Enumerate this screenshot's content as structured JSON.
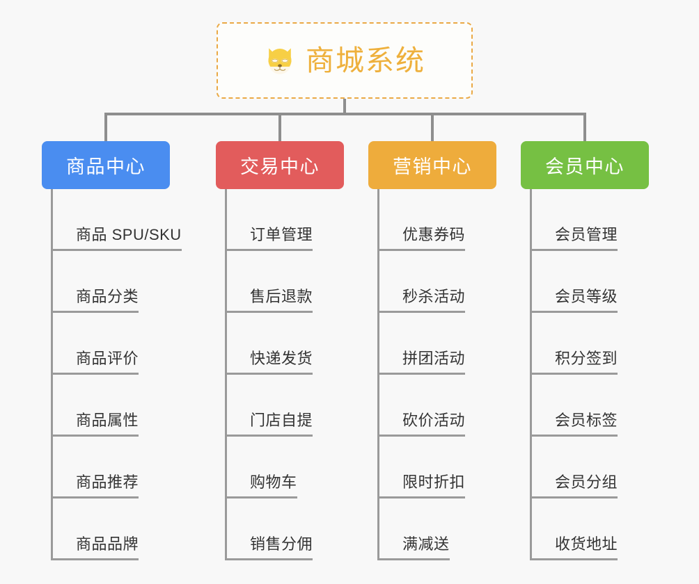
{
  "background_color": "#f8f8f8",
  "root": {
    "title": "商城系统",
    "icon": "dog-face-emoji",
    "border_color": "#eaa945",
    "text_color": "#eeb03c"
  },
  "connector_color": "#8e8e8e",
  "columns": [
    {
      "id": "product-center",
      "title": "商品中心",
      "color": "#4a8df0",
      "items": [
        "商品 SPU/SKU",
        "商品分类",
        "商品评价",
        "商品属性",
        "商品推荐",
        "商品品牌"
      ]
    },
    {
      "id": "trade-center",
      "title": "交易中心",
      "color": "#e25c5c",
      "items": [
        "订单管理",
        "售后退款",
        "快递发货",
        "门店自提",
        "购物车",
        "销售分佣"
      ]
    },
    {
      "id": "marketing-center",
      "title": "营销中心",
      "color": "#eeac3c",
      "items": [
        "优惠券码",
        "秒杀活动",
        "拼团活动",
        "砍价活动",
        "限时折扣",
        "满减送"
      ]
    },
    {
      "id": "member-center",
      "title": "会员中心",
      "color": "#76c043",
      "items": [
        "会员管理",
        "会员等级",
        "积分签到",
        "会员标签",
        "会员分组",
        "收货地址"
      ]
    }
  ]
}
